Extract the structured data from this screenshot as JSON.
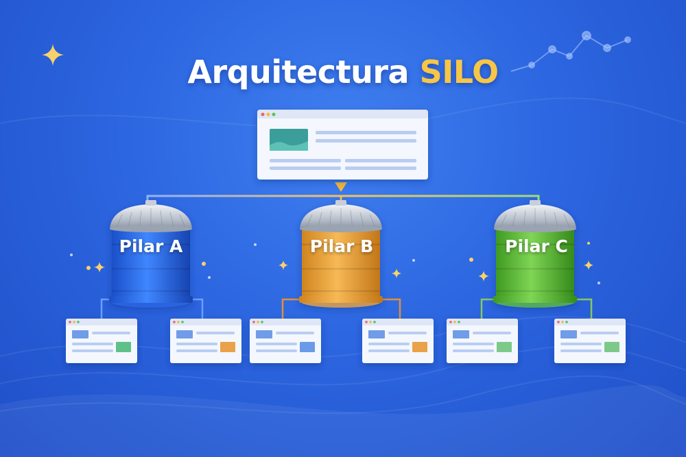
{
  "title": {
    "main": "Arquitectura",
    "highlight": "SILO"
  },
  "colors": {
    "background": "#2c66e0",
    "highlight": "#f7c646",
    "pillar_a": "#2b66e8",
    "pillar_b": "#eda53a",
    "pillar_c": "#5fbf3c",
    "page": "#f4f7fd"
  },
  "root": {
    "type": "browser-page",
    "content": "hero-image-with-text-lines"
  },
  "pillars": [
    {
      "id": "a",
      "label": "Pilar A",
      "color": "#2b66e8",
      "child_accent": [
        "#5fc08a",
        "#e9a24a"
      ]
    },
    {
      "id": "b",
      "label": "Pilar B",
      "color": "#eda53a",
      "child_accent": [
        "#6a9ae8",
        "#e9a24a"
      ]
    },
    {
      "id": "c",
      "label": "Pilar C",
      "color": "#5fbf3c",
      "child_accent": [
        "#7cc98a",
        "#7cc98a"
      ]
    }
  ],
  "icons": [
    "sparkle-icon",
    "trend-line-icon",
    "arrow-down-icon",
    "silo-icon",
    "web-page-icon"
  ]
}
